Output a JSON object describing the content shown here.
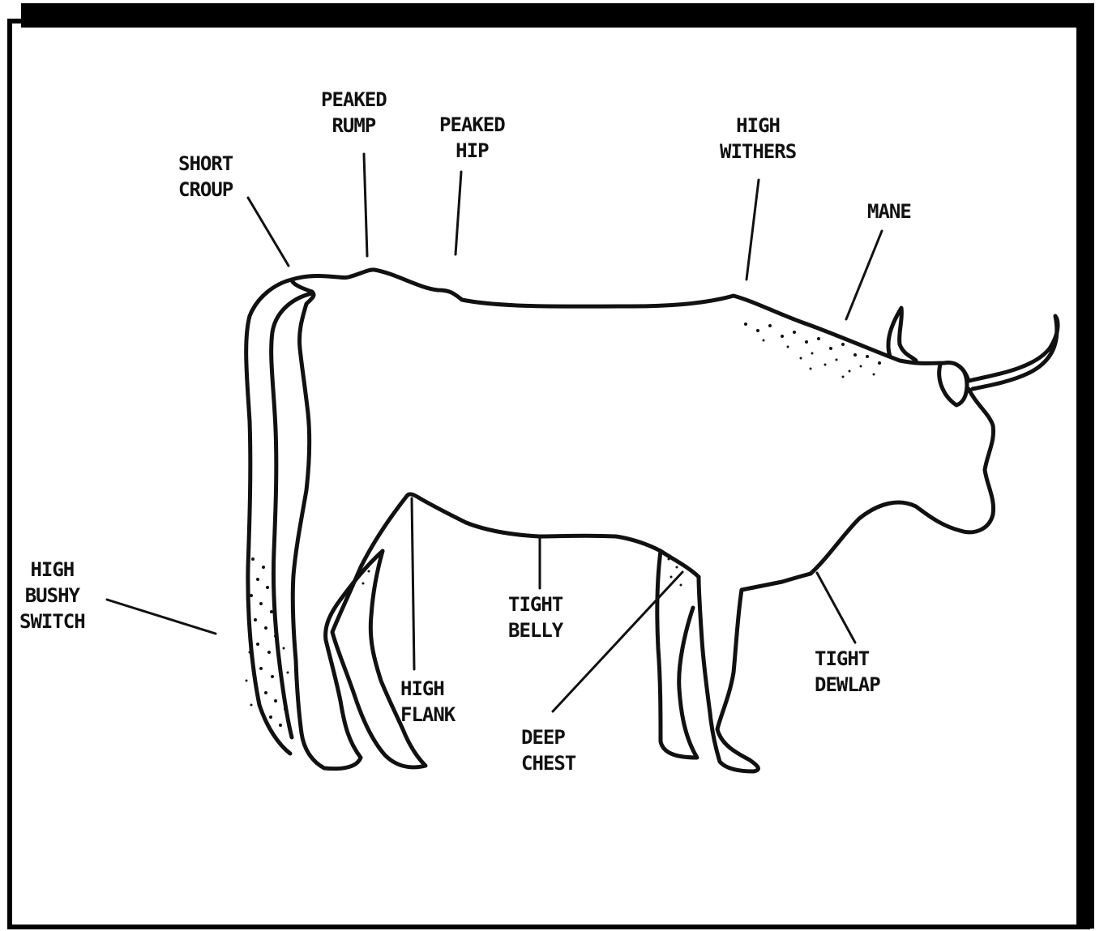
{
  "colors": {
    "ink": "#111111",
    "frame": "#000000",
    "paper": "#ffffff"
  },
  "labels": {
    "short_croup": [
      "SHORT",
      "CROUP"
    ],
    "peaked_rump": [
      "PEAKED",
      "RUMP"
    ],
    "peaked_hip": [
      "PEAKED",
      "HIP"
    ],
    "high_withers": [
      "HIGH",
      "WITHERS"
    ],
    "mane": [
      "MANE"
    ],
    "high_bushy_switch": [
      "HIGH",
      "BUSHY",
      "SWITCH"
    ],
    "tight_belly": [
      "TIGHT",
      "BELLY"
    ],
    "high_flank": [
      "HIGH",
      "FLANK"
    ],
    "deep_chest": [
      "DEEP",
      "CHEST"
    ],
    "tight_dewlap": [
      "TIGHT",
      "DEWLAP"
    ]
  }
}
